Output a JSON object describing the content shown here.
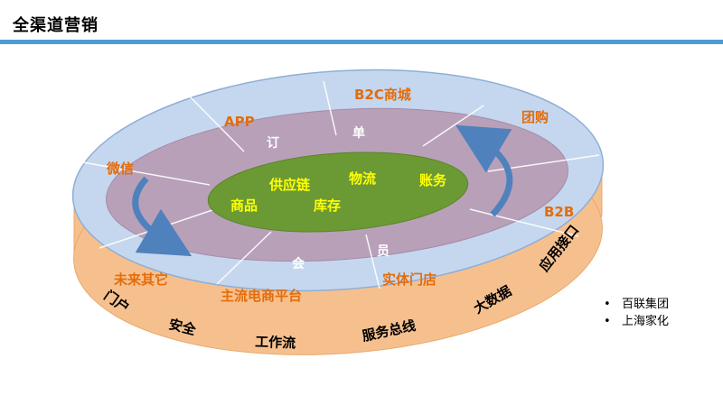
{
  "slide": {
    "title": "全渠道营销"
  },
  "colors": {
    "title_rule": "#4d9bd6",
    "outer_ring": "#c5d7ee",
    "middle_ring": "#b8a0b9",
    "core": "#6b9a34",
    "rim": "#f6c08e",
    "orange_text": "#e46c0a",
    "core_text": "#ffff00",
    "arrow": "#4f81bd"
  },
  "diagram": {
    "outer_ring_labels": {
      "app": "APP",
      "b2c_mall": "B2C商城",
      "group_buy": "团购",
      "wechat": "微信",
      "b2b": "B2B",
      "future_other": "未来其它",
      "main_ecommerce_platform": "主流电商平台",
      "physical_store": "实体门店"
    },
    "middle_ring_labels": {
      "ding": "订",
      "dan": "单",
      "hui": "会",
      "yuan": "员"
    },
    "core_labels": {
      "supply_chain": "供应链",
      "logistics": "物流",
      "accounts": "账务",
      "products": "商品",
      "inventory": "库存"
    },
    "rim_labels": {
      "portal": "门户",
      "security": "安全",
      "workflow": "工作流",
      "service_bus": "服务总线",
      "big_data": "大数据",
      "app_interface": "应用接口"
    }
  },
  "bullets": [
    "百联集团",
    "上海家化"
  ]
}
